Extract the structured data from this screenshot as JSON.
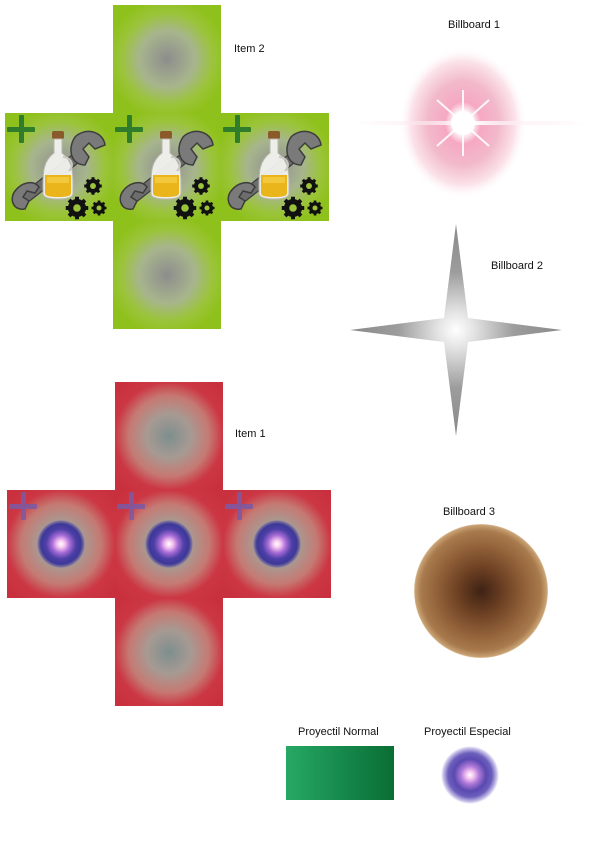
{
  "labels": {
    "item2": "Item 2",
    "item1": "Item 1",
    "billboard1": "Billboard 1",
    "billboard2": "Billboard 2",
    "billboard3": "Billboard 3",
    "proyectil_normal": "Proyectil Normal",
    "proyectil_especial": "Proyectil Especial"
  },
  "textures": {
    "item2_faces": [
      "top",
      "left",
      "front",
      "right",
      "bottom"
    ],
    "item1_faces": [
      "top",
      "left",
      "front",
      "right",
      "bottom"
    ],
    "icons": {
      "item2_face_icons": [
        "plus-icon",
        "oil-bottle-icon",
        "wrench-icon",
        "gears-icon"
      ],
      "item1_face_icons": [
        "plus-icon",
        "energy-swirl-icon"
      ]
    }
  },
  "colors": {
    "item2_base": "#8fc11c",
    "item1_base": "#c9303d",
    "proyectil_normal_start": "#27a864",
    "proyectil_normal_end": "#0a6e34",
    "billboard3_center": "#3e2214",
    "billboard3_edge": "#b88a5a"
  }
}
